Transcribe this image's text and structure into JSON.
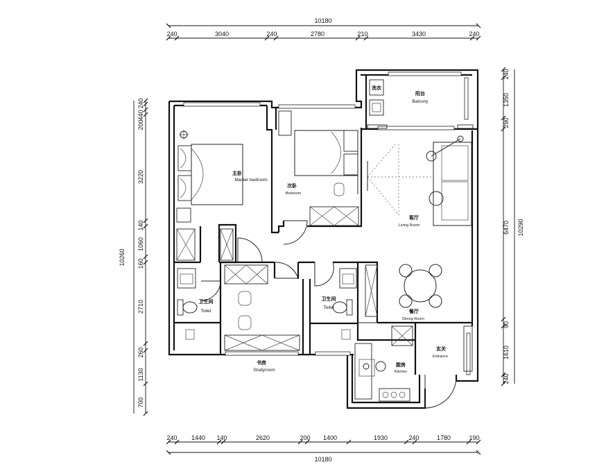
{
  "dimensions": {
    "top_total": "10180",
    "top": [
      "240",
      "3040",
      "240",
      "2780",
      "210",
      "3430",
      "240"
    ],
    "bottom": [
      "240",
      "1440",
      "140",
      "2620",
      "200",
      "1400",
      "1930",
      "240",
      "1780",
      "190"
    ],
    "bottom_total": "10180",
    "left_total": "10260",
    "left": [
      "240",
      "440",
      "200",
      "3220",
      "140",
      "1060",
      "160",
      "2710",
      "260",
      "1130",
      "700"
    ],
    "right_inner": [
      "240",
      "1350",
      "290",
      "6470",
      "90",
      "1610",
      "240"
    ],
    "right_total": "10290"
  },
  "rooms": {
    "balcony_cn": "阳台",
    "balcony_en": "Balcony",
    "master_cn": "主卧",
    "master_en": "Master bedroom",
    "second_cn": "次卧",
    "second_en": "Bedroom",
    "living_cn": "客厅",
    "living_en": "Living Room",
    "dining_cn": "餐厅",
    "dining_en": "Dining Room",
    "toilet1_cn": "卫生间",
    "toilet1_en": "Toilet",
    "toilet2_cn": "卫生间",
    "toilet2_en": "Toilet",
    "study_cn": "书房",
    "study_en": "Studyroom",
    "kitchen_cn": "厨房",
    "kitchen_en": "Kitchen",
    "entrance_cn": "玄关",
    "entrance_en": "Entrance",
    "laundry_cn": "洗衣"
  }
}
